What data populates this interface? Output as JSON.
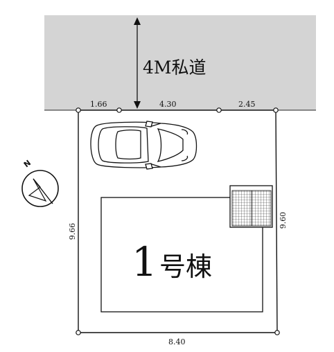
{
  "road": {
    "label": "4M私道",
    "fill": "#d4d4d4"
  },
  "building": {
    "number": "1",
    "suffix": "号棟"
  },
  "dimensions": {
    "top_left": "1.66",
    "top_center": "4.30",
    "top_right": "2.45",
    "left": "9.66",
    "right": "9.60",
    "bottom": "8.40"
  },
  "compass": {
    "label": "N"
  },
  "icons": {
    "car": "car-icon",
    "compass": "compass-icon",
    "hatch": "grid-hatch-icon"
  }
}
